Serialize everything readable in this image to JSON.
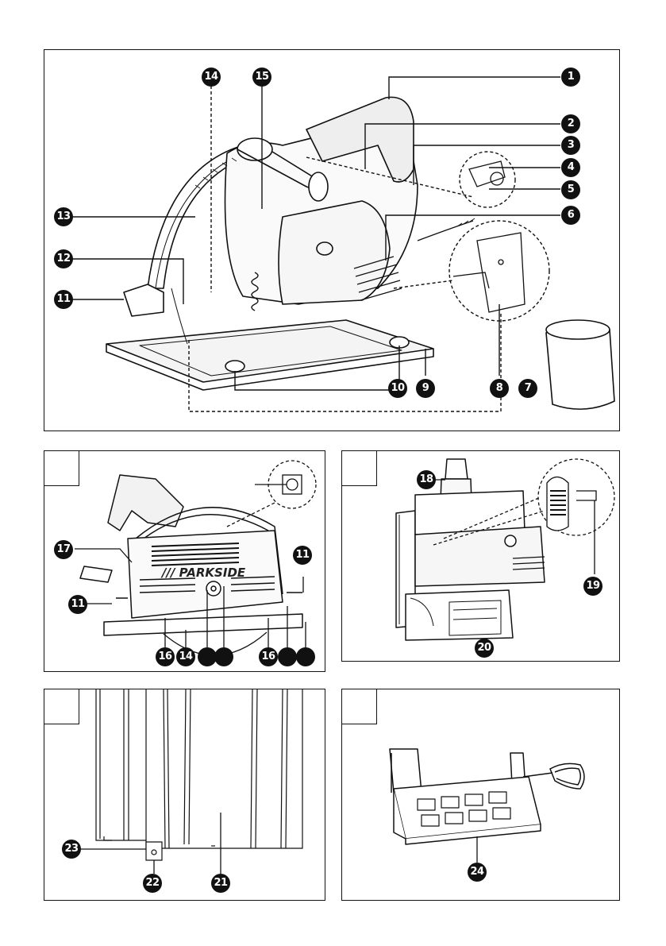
{
  "brand": "/// PARKSIDE",
  "panel_main": {
    "callouts": [
      "1",
      "2",
      "3",
      "4",
      "5",
      "6",
      "7",
      "8",
      "9",
      "10",
      "11",
      "12",
      "13",
      "14",
      "15"
    ]
  },
  "panel_b": {
    "callouts": [
      "17",
      "11",
      "11",
      "16",
      "14",
      "",
      "",
      "16",
      "",
      ""
    ]
  },
  "panel_c": {
    "callouts": [
      "18",
      "19",
      "20"
    ]
  },
  "panel_d": {
    "callouts": [
      "23",
      "22",
      "21"
    ]
  },
  "panel_e": {
    "callouts": [
      "24"
    ]
  },
  "icons": [
    "circular-saw-drawing",
    "dust-bag-drawing",
    "guide-rail-drawing",
    "adapter-drawing"
  ]
}
